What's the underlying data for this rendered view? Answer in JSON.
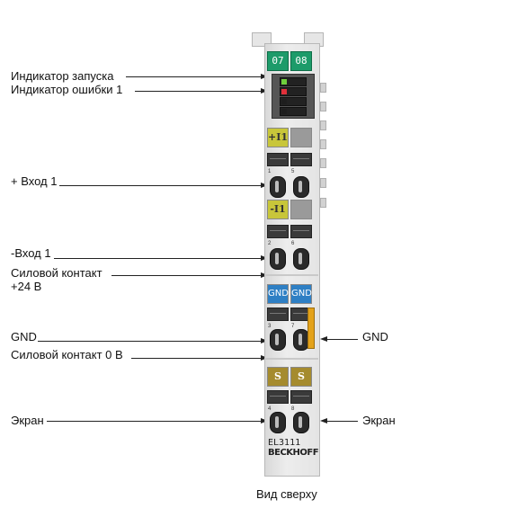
{
  "labels": {
    "start_indicator": "Индикатор запуска",
    "error_indicator": "Индикатор ошибки 1",
    "input_plus": "+ Вход 1",
    "input_minus": "-Вход 1",
    "power_24": "Силовой контакт\n+24 В",
    "gnd_left": "GND",
    "power_0": "Силовой контакт 0 В",
    "screen_left": "Экран",
    "gnd_right": "GND",
    "screen_right": "Экран"
  },
  "terminal": {
    "channel_numbers": [
      "07",
      "08"
    ],
    "tags": {
      "plus_i1": "+I1",
      "minus_i1": "-I1",
      "gnd": [
        "GND",
        "GND"
      ],
      "screen": [
        "S",
        "S"
      ]
    },
    "terminal_point_numbers": [
      "1",
      "5",
      "2",
      "6",
      "3",
      "7",
      "4",
      "8"
    ],
    "model": "EL3111",
    "manufacturer": "BECKHOFF",
    "led_colors": {
      "run": "#6fcf3c",
      "error": "#e0303a",
      "off": "#1e1e1e"
    }
  },
  "caption": "Вид сверху"
}
